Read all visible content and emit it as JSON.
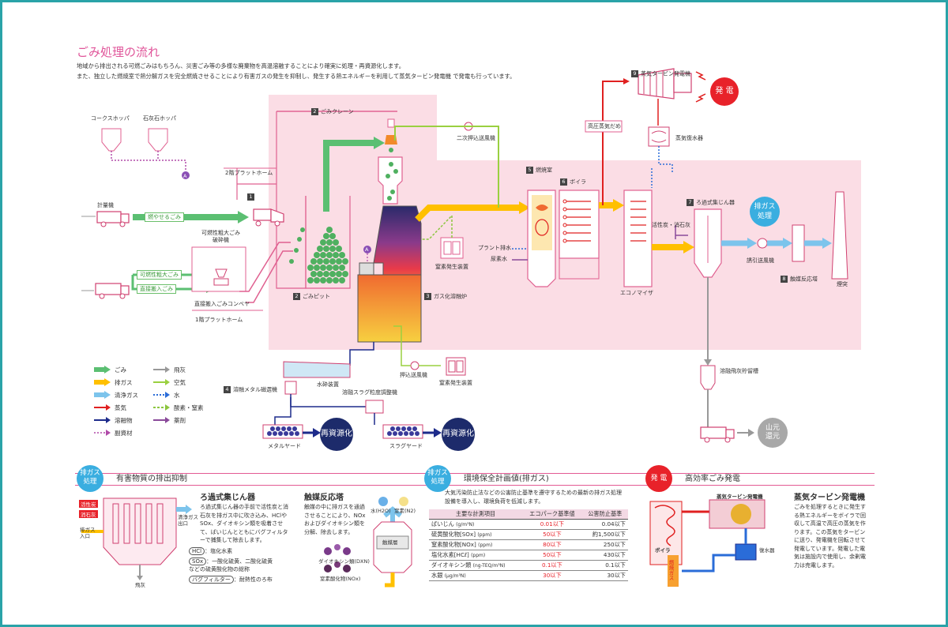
{
  "header": {
    "title": "ごみ処理の流れ",
    "intro_line1": "地域から排出される可燃ごみはもちろん、災害ごみ等の多様な廃棄物を高温溶融することにより確実に処理・再資源化します。",
    "intro_line2": "また、独立した燃焼室で熱分解ガスを完全燃焼させることにより有害ガスの発生を抑制し、発生する熱エネルギーを利用して蒸気タービン発電機 で発電も行っています。"
  },
  "diagram": {
    "coke_hopper": "コークスホッパ",
    "lime_hopper": "石灰石ホッパ",
    "floor2": "2階プラットホーム",
    "crane_num": "2",
    "crane": "ごみクレーン",
    "item1_num": "1",
    "scale": "計量機",
    "burnable": "燃やせるごみ",
    "crusher": "可燃性粗大ごみ\n破砕機",
    "bulky": "可燃性粗大ごみ",
    "direct": "直接搬入ごみ",
    "conveyor": "直接搬入ごみコンベヤ",
    "floor1": "1階プラットホーム",
    "pit_num": "2",
    "pit": "ごみピット",
    "furnace_num": "3",
    "furnace": "ガス化溶融炉",
    "secondary_fan": "二次押込送風機",
    "nitrogen": "窒素発生装置",
    "nitrogen2": "窒素発生装置",
    "push_fan": "押込送風機",
    "water_crusher": "水砕装置",
    "slag_adjust": "溶融スラグ粒度調整機",
    "metal_num": "4",
    "metal_sep": "溶融メタル磁選機",
    "metal_yard": "メタルヤード",
    "slag_yard": "スラグヤード",
    "recycle1": "再資源化",
    "recycle2": "再資源化",
    "comb_num": "5",
    "comb": "燃焼室",
    "boiler_num": "6",
    "boiler": "ボイラ",
    "plant_water": "プラント排水",
    "urea": "尿素水",
    "hp_drum": "高圧蒸気だめ",
    "eco": "エコノマイザ",
    "turbine_num": "9",
    "turbine": "蒸気タービン発電機",
    "power": "発 電",
    "condenser": "蒸気復水器",
    "filter_num": "7",
    "filter": "ろ過式集じん器",
    "carbon": "活性炭・消石灰",
    "exhaust_badge": "排ガス\n処理",
    "induced_fan": "誘引送風機",
    "catalyst_num": "8",
    "catalyst": "触媒反応塔",
    "stack": "煙突",
    "fly_ash": "溶融飛灰貯留槽",
    "mountain": "山元\n還元",
    "marker_a": "A"
  },
  "legend": {
    "left": [
      "ごみ",
      "排ガス",
      "清浄ガス",
      "蒸気",
      "溶融物",
      "副資材"
    ],
    "right": [
      "飛灰",
      "空気",
      "水",
      "酸素・窒素",
      "薬剤"
    ],
    "colors": {
      "gomi": "#5bbf72",
      "exhaust": "#ffc000",
      "clean": "#7cc4ec",
      "steam": "#e02020",
      "molten": "#1d2b8b",
      "sub": "#b04aa8",
      "ash": "#999999",
      "air": "#9ad040",
      "water": "#2a6cd8",
      "oxy": "#8cc63f",
      "chem": "#8a4a9a"
    }
  },
  "sec1": {
    "badge": "排ガス\n処理",
    "title": "有害物質の排出抑制",
    "filter_title": "ろ過式集じん器",
    "filter_body": "ろ過式集じん器の手前で活性炭と消石灰を排ガス中に吹き込み、HClやSOx、ダイオキシン類を吸着させて、ばいじんとともにバグフィルターで捕集して除去します。",
    "katsusei": "活性炭",
    "shoseki": "消石灰",
    "clean_out": "清浄ガス\n出口",
    "in": "排ガス\n入口",
    "ash": "飛灰",
    "defs": [
      {
        "k": "HCl",
        "v": "：塩化水素"
      },
      {
        "k": "SOx",
        "v": "：一酸化硫黄、二酸化硫黄\nなどの硫黄酸化物の総称"
      },
      {
        "k": "バグフィルター",
        "v": "：耐熱性のろ布"
      }
    ],
    "cat_title": "触媒反応塔",
    "cat_body": "触媒の中に排ガスを通過させることにより、NOxおよびダイオキシン類を分解、除去します。",
    "h2o": "水(H2O)",
    "n2": "窒素(N2)",
    "cat_layer": "触媒層",
    "dxn": "ダイオキシン類(DXN)",
    "nox": "窒素酸化物(NOx)"
  },
  "sec2": {
    "badge": "排ガス\n処理",
    "title": "環境保全計画値(排ガス)",
    "body": "大気汚染防止法などの公害防止基準を遵守するための最新の排ガス処理設備を導入し、環境負荷を低減します。",
    "headers": [
      "主要な計測項目",
      "エコパーク基準値",
      "公害防止基準"
    ],
    "rows": [
      {
        "name": "ばいじん",
        "unit": "(g/m³N)",
        "eco": "0.01以下",
        "std": "0.04以下"
      },
      {
        "name": "硫黄酸化物[SOx]",
        "unit": "(ppm)",
        "eco": "50以下",
        "std": "約1,500以下"
      },
      {
        "name": "窒素酸化物[NOx]",
        "unit": "(ppm)",
        "eco": "80以下",
        "std": "250以下"
      },
      {
        "name": "塩化水素[HCℓ]",
        "unit": "(ppm)",
        "eco": "50以下",
        "std": "430以下"
      },
      {
        "name": "ダイオキシン類",
        "unit": "(ng-TEQ/m³N)",
        "eco": "0.1以下",
        "std": "0.1以下"
      },
      {
        "name": "水銀",
        "unit": "(μg/m³N)",
        "eco": "30以下",
        "std": "30以下"
      }
    ]
  },
  "sec3": {
    "badge": "発 電",
    "title": "高効率ごみ発電",
    "gen_label": "蒸気タービン発電機",
    "boiler": "ボイラ",
    "condenser": "復水器",
    "gas": "燃焼ガス",
    "heading": "蒸気タービン発電機",
    "body": "ごみを処理するときに発生する熱エネルギーをボイラで回収して高温で高圧の蒸気を作ります。この蒸気をタービンに送り、発電機を回転させて発電しています。発電した電気は施設内で使用し、余剰電力は売電します。"
  }
}
